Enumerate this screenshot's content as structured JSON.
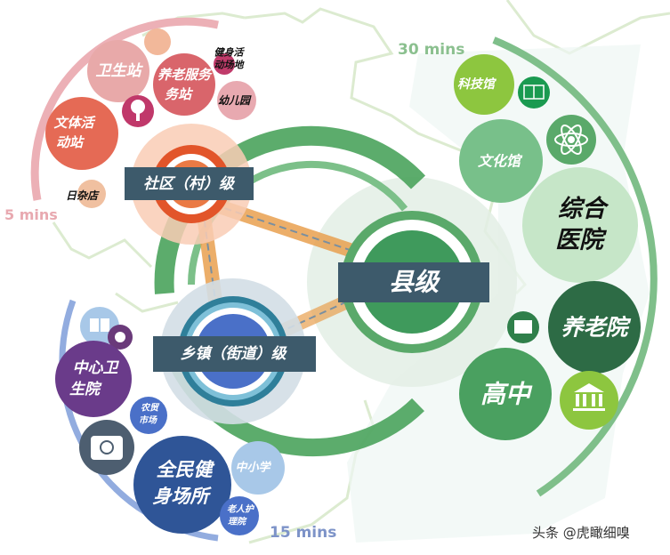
{
  "levels": {
    "community": "社区（村）级",
    "town": "乡镇（街道）级",
    "county": "县级"
  },
  "times": {
    "t5": "5 mins",
    "t15": "15 mins",
    "t30": "30 mins"
  },
  "community_facilities": {
    "clinic": "卫生站",
    "elderly_service_l1": "养老服务",
    "elderly_service_l2": "务站",
    "fitness_l1": "健身活",
    "fitness_l2": "动场地",
    "kindergarten": "幼儿园",
    "culture_l1": "文体活",
    "culture_l2": "动站",
    "grocery": "日杂店"
  },
  "town_facilities": {
    "health_center_l1": "中心卫",
    "health_center_l2": "生院",
    "market_l1": "农贸",
    "market_l2": "市场",
    "fitness_l1": "全民健",
    "fitness_l2": "身场所",
    "school": "中小学",
    "nursing_l1": "老人护",
    "nursing_l2": "理院"
  },
  "county_facilities": {
    "science_museum": "科技馆",
    "culture_hall": "文化馆",
    "hospital_l1": "综合",
    "hospital_l2": "医院",
    "nursing_home": "养老院",
    "high_school": "高中"
  },
  "watermark": "头条 @虎瞰细嗅",
  "colors": {
    "community": "#e2552a",
    "town": "#3f6fc4",
    "county": "#3f9a5c",
    "label_bg": "#3d5a6b"
  }
}
